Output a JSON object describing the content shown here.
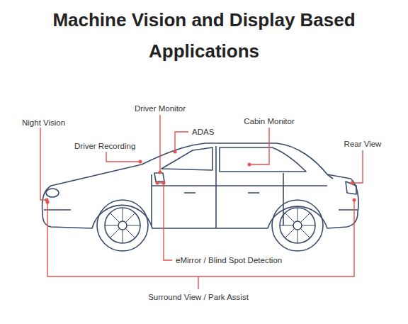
{
  "diagram": {
    "title": "Machine Vision and Display Based Applications",
    "labels": [
      "Night Vision",
      "Driver Recording",
      "Driver Monitor",
      "ADAS",
      "Cabin Monitor",
      "Rear View",
      "eMirror / Blind Spot Detection",
      "Surround View / Park Assist"
    ]
  }
}
